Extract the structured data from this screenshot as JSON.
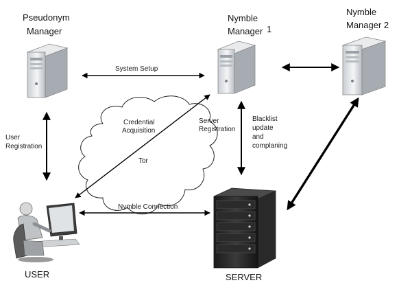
{
  "nodes": {
    "pseudonym_manager": {
      "line1": "Pseudonym",
      "line2": "Manager"
    },
    "nymble_manager_1": {
      "line1": "Nymble",
      "line2": "Manager",
      "suffix": "1"
    },
    "nymble_manager_2": {
      "line1": "Nymble",
      "line2": "Manager 2"
    },
    "user": {
      "label": "USER"
    },
    "server": {
      "label": "SERVER"
    }
  },
  "edges": {
    "system_setup": "System Setup",
    "user_registration": {
      "line1": "User",
      "line2": "Registration"
    },
    "credential_acquisition": {
      "line1": "Credential",
      "line2": "Acquisition"
    },
    "tor": "Tor",
    "server_registration": {
      "line1": "Server",
      "line2": "Registration"
    },
    "blacklist": {
      "line1": "Blacklist",
      "line2": "update",
      "line3": "and",
      "line4": "complaning"
    },
    "nymble_connection": "Nymble Connection"
  }
}
